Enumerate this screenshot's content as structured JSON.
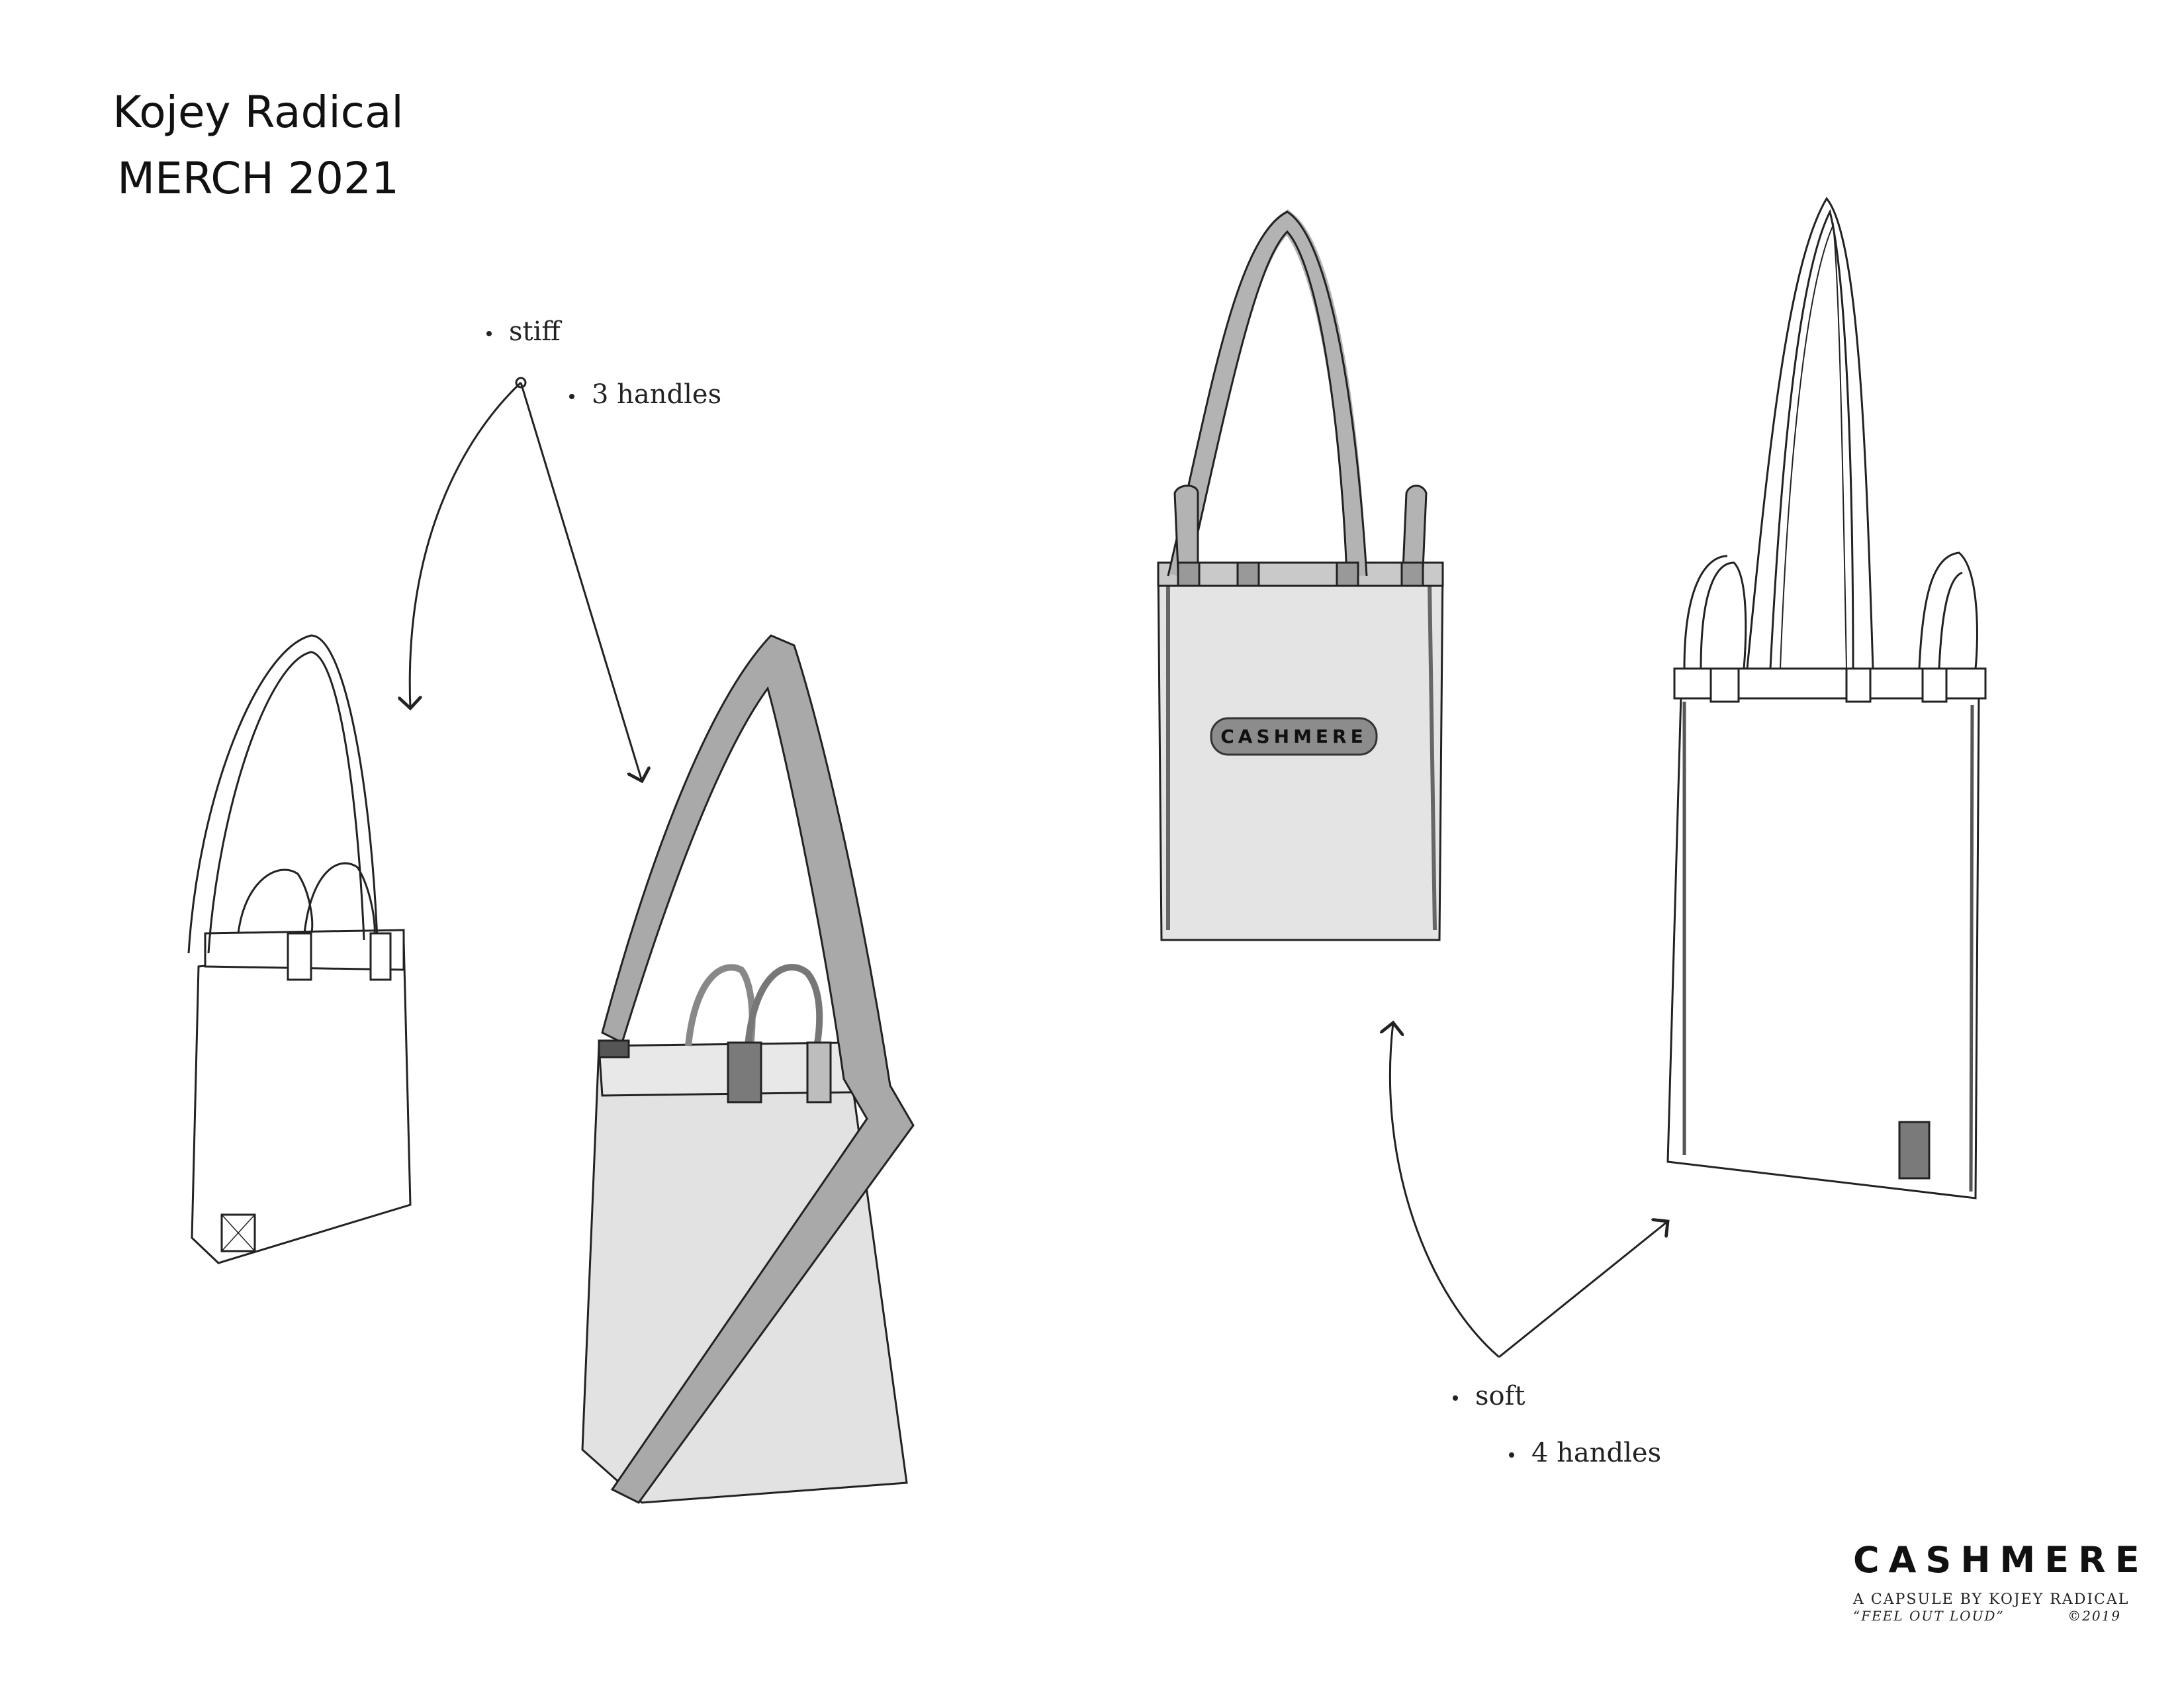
{
  "header": {
    "line1": "Kojey Radical",
    "line2": "MERCH 2021"
  },
  "notes": {
    "stiff": "stiff",
    "stiff_handles": "3 handles",
    "soft": "soft",
    "soft_handles": "4 handles"
  },
  "bag_logo": "CASHMERE",
  "brand": {
    "wordmark": "CASHMERE",
    "tagline": "A CAPSULE BY KOJEY RADICAL",
    "slogan": "“FEEL OUT LOUD”",
    "copyright": "©2019"
  },
  "colors": {
    "ink": "#222222",
    "bag_fill": "#e4e4e4",
    "strap_fill": "#a9a9a9",
    "dark_patch": "#7a7a7a"
  }
}
